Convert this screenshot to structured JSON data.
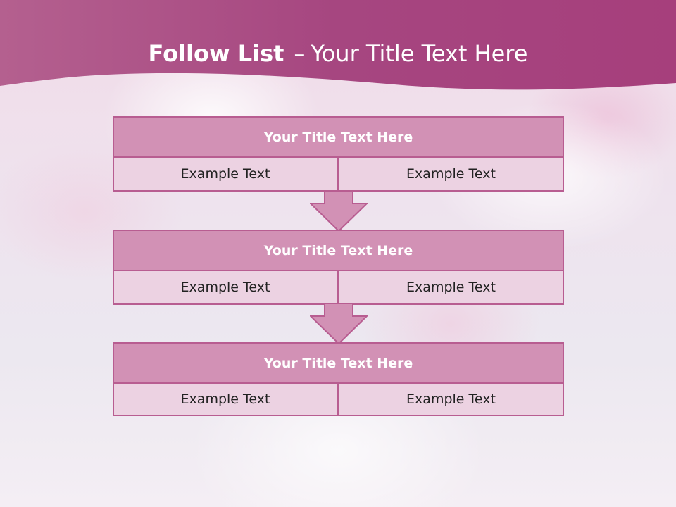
{
  "slide": {
    "title_bold": "Follow List",
    "title_dash": "–",
    "title_rest": "Your Title Text Here"
  },
  "blocks": [
    {
      "title": "Your Title Text Here",
      "left": "Example Text",
      "right": "Example Text"
    },
    {
      "title": "Your Title Text Here",
      "left": "Example Text",
      "right": "Example Text"
    },
    {
      "title": "Your Title Text Here",
      "left": "Example Text",
      "right": "Example Text"
    }
  ],
  "colors": {
    "header": "#a34b83",
    "title_fill": "#d291b5",
    "cell_fill": "#ecd2e2",
    "border": "#b85d91",
    "arrow_fill": "#d291b5"
  }
}
